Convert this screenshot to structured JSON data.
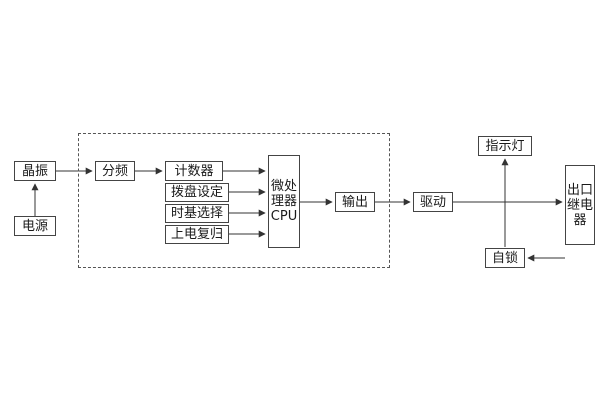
{
  "diagram": {
    "title": "relay-timer-block-diagram",
    "nodes": {
      "crystal": "晶振",
      "power": "电源",
      "divider": "分频",
      "counter": "计数器",
      "dial": "拨盘设定",
      "timebase": "时基选择",
      "reset": "上电复归",
      "cpu": "微处理器CPU",
      "output": "输出",
      "drive": "驱动",
      "indicator": "指示灯",
      "relay": "出口继电器",
      "selflock": "自锁"
    },
    "colors": {
      "line": "#333333",
      "box_border": "#444444",
      "dashed_border": "#555555",
      "background": "#ffffff",
      "text": "#1a1a1a"
    }
  }
}
